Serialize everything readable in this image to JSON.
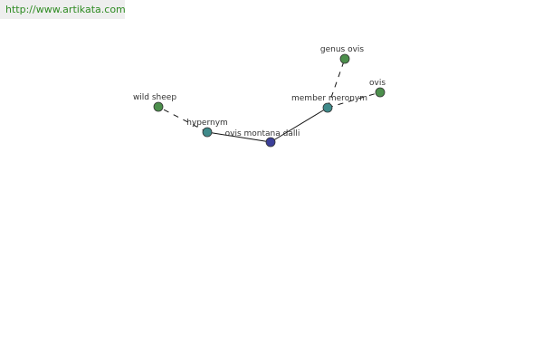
{
  "header": {
    "url": "http://www.artikata.com"
  },
  "graph": {
    "node_colors": {
      "center": "#3b3f99",
      "relation": "#3f8a8a",
      "term": "#4c8f4c",
      "stroke": "#333333",
      "edge": "#111111"
    },
    "nodes": [
      {
        "id": "center",
        "label": "ovis montana dalli",
        "kind": "center"
      },
      {
        "id": "hypernym",
        "label": "hypernym",
        "kind": "relation"
      },
      {
        "id": "meronym",
        "label": "member meronym",
        "kind": "relation"
      },
      {
        "id": "wildsheep",
        "label": "wild sheep",
        "kind": "term"
      },
      {
        "id": "genusovis",
        "label": "genus ovis",
        "kind": "term"
      },
      {
        "id": "ovis",
        "label": "ovis",
        "kind": "term"
      }
    ],
    "edges": [
      {
        "from": "center",
        "to": "hypernym",
        "style": "solid"
      },
      {
        "from": "center",
        "to": "meronym",
        "style": "solid"
      },
      {
        "from": "hypernym",
        "to": "wildsheep",
        "style": "dashed"
      },
      {
        "from": "meronym",
        "to": "genusovis",
        "style": "dashed"
      },
      {
        "from": "meronym",
        "to": "ovis",
        "style": "dashed"
      }
    ]
  }
}
